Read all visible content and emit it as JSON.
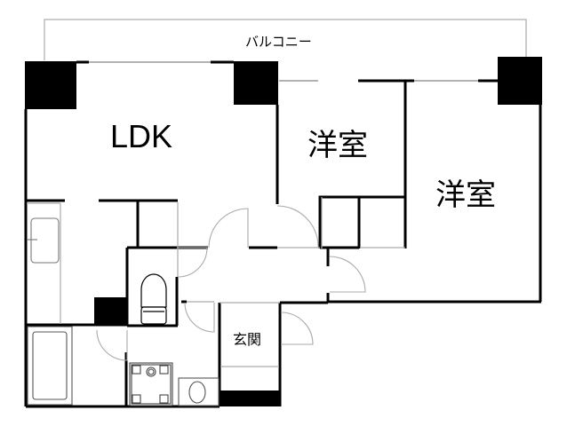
{
  "floorplan": {
    "rooms": [
      {
        "id": "balcony",
        "label": "バルコニー"
      },
      {
        "id": "ldk",
        "label": "LDK"
      },
      {
        "id": "western-room-1",
        "label": "洋室"
      },
      {
        "id": "western-room-2",
        "label": "洋室"
      },
      {
        "id": "entrance",
        "label": "玄関"
      }
    ],
    "fixtures": [
      "kitchen-sink",
      "toilet",
      "bathtub",
      "washing-machine-pan",
      "washbasin"
    ],
    "colors": {
      "wall": "#000000",
      "thin_line": "#aaaaaa",
      "background": "#ffffff"
    }
  }
}
